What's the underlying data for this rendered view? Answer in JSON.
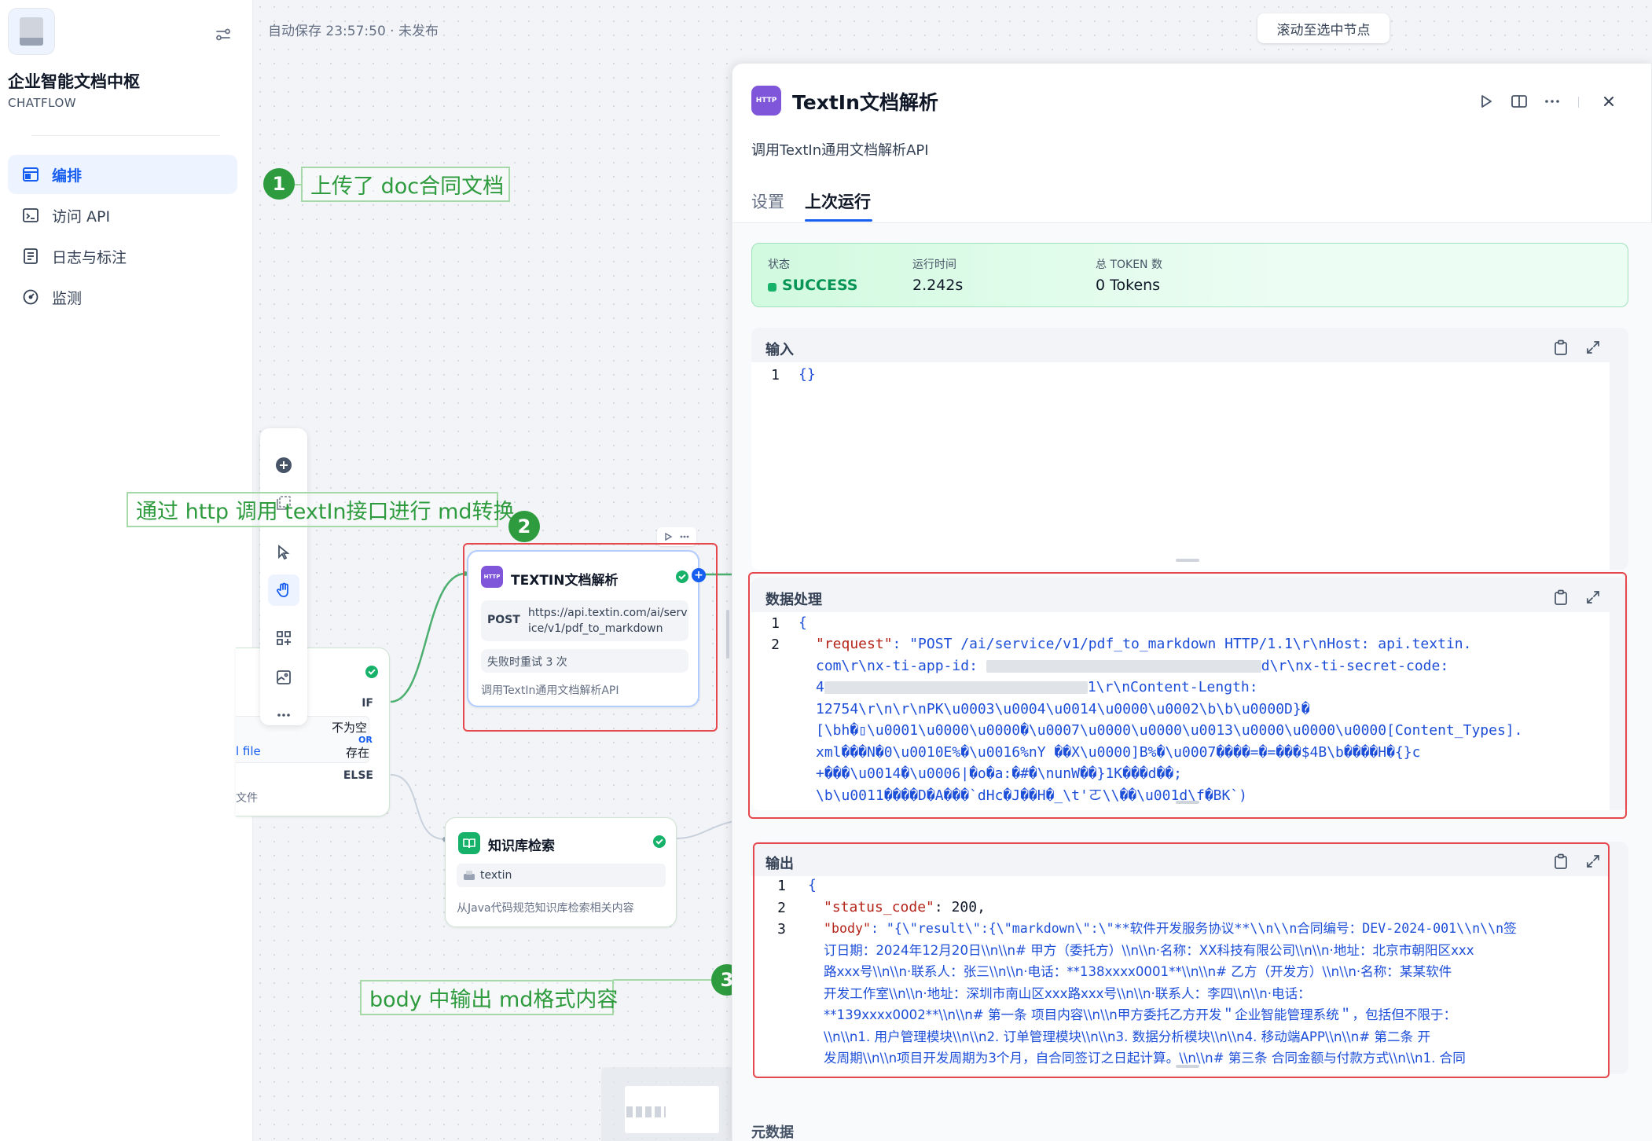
{
  "app": {
    "name": "企业智能文档中枢",
    "type": "CHATFLOW"
  },
  "nav": [
    {
      "label": "编排",
      "icon": "orchestrate-icon",
      "active": true
    },
    {
      "label": "访问 API",
      "icon": "terminal-icon",
      "active": false
    },
    {
      "label": "日志与标注",
      "icon": "log-icon",
      "active": false
    },
    {
      "label": "监测",
      "icon": "monitor-icon",
      "active": false
    }
  ],
  "canvas": {
    "autosave": "自动保存 23:57:50 · 未发布",
    "scroll_button": "滚动至选中节点"
  },
  "annotations": [
    {
      "num": "1",
      "text": "上传了 doc合同文档"
    },
    {
      "num": "2",
      "text": "通过 http 调用 textIn接口进行 md转换"
    },
    {
      "num": "3",
      "text": "body 中输出 md格式内容"
    }
  ],
  "if_node": {
    "if_label": "IF",
    "cond1": "不为空",
    "or_label": "OR",
    "file_text": "l file",
    "cond2": "存在",
    "else_label": "ELSE",
    "file_label": "文件"
  },
  "http_node": {
    "badge": "HTTP",
    "title": "TEXTIN文档解析",
    "method": "POST",
    "url_line1": "https://api.textin.com/ai/serv",
    "url_line2": "ice/v1/pdf_to_markdown",
    "retry": "失败时重试 3 次",
    "desc": "调用TextIn通用文档解析API"
  },
  "kb_node": {
    "title": "知识库检索",
    "dataset": "textin",
    "desc": "从Java代码规范知识库检索相关内容"
  },
  "panel": {
    "badge": "HTTP",
    "title": "TextIn文档解析",
    "desc": "调用TextIn通用文档解析API",
    "tabs": [
      "设置",
      "上次运行"
    ],
    "status": {
      "status_label": "状态",
      "status_value": "SUCCESS",
      "time_label": "运行时间",
      "time_value": "2.242s",
      "token_label": "总 TOKEN 数",
      "token_value": "0 Tokens"
    },
    "input": {
      "title": "输入",
      "ln1": "1",
      "line1": "{}"
    },
    "process": {
      "title": "数据处理",
      "ln1": "1",
      "ln2": "2",
      "line1": "{",
      "key": "\"request\"",
      "l2": ": \"POST /ai/service/v1/pdf_to_markdown HTTP/1.1\\r\\nHost: api.textin.",
      "l3a": "com\\r\\nx-ti-app-id: ",
      "l3b": "d\\r\\nx-ti-secret-code:",
      "l4a": "4",
      "l4b": "1\\r\\nContent-Length:",
      "l5": "12754\\r\\n\\r\\nPK\\u0003\\u0004\\u0014\\u0000\\u0002\\b\\b\\u0000D}�",
      "l6": "[\\bh�▯\\u0001\\u0000\\u0000�\\u0007\\u0000\\u0000\\u0013\\u0000\\u0000\\u0000[Content_Types].",
      "l7": "xml���N�0\\u0010E%�\\u0016%nY ��X\\u0000]B%�\\u0007����=�=���$4B\\b����H�{}c",
      "l8": "+���\\u0014�\\u0006|�o�a:�#�\\nunW��}1K���d��;",
      "l9": "\\b\\u0011����D�A���`dHc�J��H�_\\t'ㄛ\\\\��\\u001d\\f�BK`)"
    },
    "output": {
      "title": "输出",
      "ln1": "1",
      "ln2": "2",
      "ln3": "3",
      "line1": "{",
      "k2": "\"status_code\"",
      "v2": "200",
      "k3": "\"body\"",
      "l3": ": \"{\\\"result\\\":{\\\"markdown\\\":\\\"**软件开发服务协议**\\\\n\\\\n合同编号：DEV-2024-001\\\\n\\\\n签",
      "l4": "订日期：2024年12月20日\\\\n\\\\n# 甲方（委托方）\\\\n\\\\n·名称：XX科技有限公司\\\\n\\\\n·地址：北京市朝阳区xxx",
      "l5": "路xxx号\\\\n\\\\n·联系人：张三\\\\n\\\\n·电话：**138xxxx0001**\\\\n\\\\n# 乙方（开发方）\\\\n\\\\n·名称：某某软件",
      "l6": "开发工作室\\\\n\\\\n·地址：深圳市南山区xxx路xxx号\\\\n\\\\n·联系人：李四\\\\n\\\\n·电话：",
      "l7": "**139xxxx0002**\\\\n\\\\n# 第一条 项目内容\\\\n\\\\n甲方委托乙方开发＂企业智能管理系统＂，包括但不限于：",
      "l8": "\\\\n\\\\n1. 用户管理模块\\\\n\\\\n2. 订单管理模块\\\\n\\\\n3. 数据分析模块\\\\n\\\\n4. 移动端APP\\\\n\\\\n# 第二条 开",
      "l9": "发周期\\\\n\\\\n项目开发周期为3个月，自合同签订之日起计算。\\\\n\\\\n# 第三条 合同金额与付款方式\\\\n\\\\n1. 合同"
    },
    "meta_label": "元数据"
  }
}
